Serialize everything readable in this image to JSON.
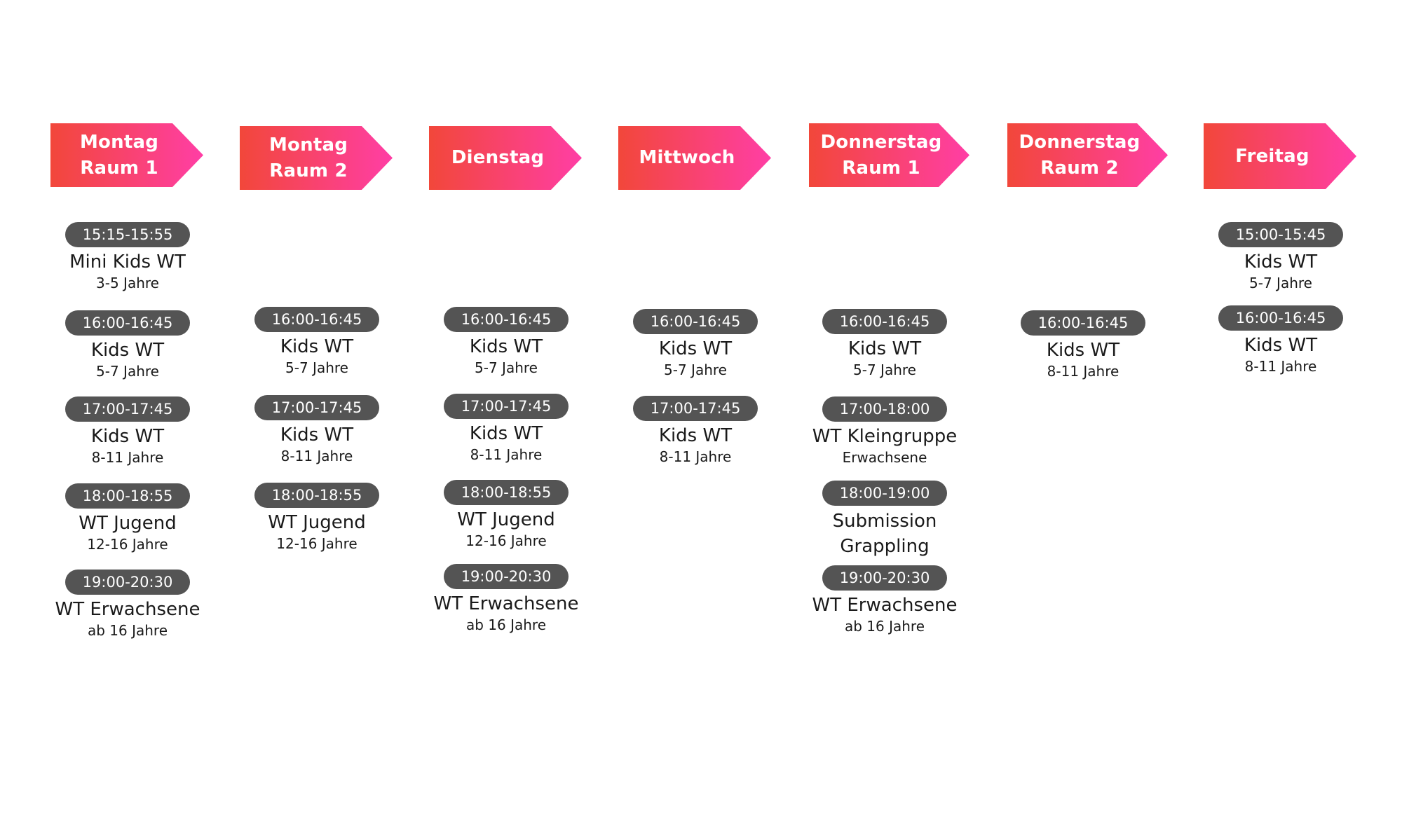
{
  "columns": [
    {
      "header": "Montag\nRaum 1",
      "sessions": [
        {
          "time": "15:15-15:55",
          "name": "Mini Kids WT",
          "age": "3-5 Jahre"
        },
        {
          "time": "16:00-16:45",
          "name": "Kids WT",
          "age": "5-7 Jahre"
        },
        {
          "time": "17:00-17:45",
          "name": "Kids WT",
          "age": "8-11 Jahre"
        },
        {
          "time": "18:00-18:55",
          "name": "WT Jugend",
          "age": "12-16 Jahre"
        },
        {
          "time": "19:00-20:30",
          "name": "WT Erwachsene",
          "age": "ab 16 Jahre"
        }
      ]
    },
    {
      "header": "Montag\nRaum 2",
      "sessions": [
        {
          "time": "16:00-16:45",
          "name": "Kids WT",
          "age": "5-7 Jahre"
        },
        {
          "time": "17:00-17:45",
          "name": "Kids WT",
          "age": "8-11 Jahre"
        },
        {
          "time": "18:00-18:55",
          "name": "WT Jugend",
          "age": "12-16 Jahre"
        }
      ]
    },
    {
      "header": "Dienstag",
      "sessions": [
        {
          "time": "16:00-16:45",
          "name": "Kids WT",
          "age": "5-7 Jahre"
        },
        {
          "time": "17:00-17:45",
          "name": "Kids WT",
          "age": "8-11 Jahre"
        },
        {
          "time": "18:00-18:55",
          "name": "WT Jugend",
          "age": "12-16 Jahre"
        },
        {
          "time": "19:00-20:30",
          "name": "WT Erwachsene",
          "age": "ab 16 Jahre"
        }
      ]
    },
    {
      "header": "Mittwoch",
      "sessions": [
        {
          "time": "16:00-16:45",
          "name": "Kids WT",
          "age": "5-7 Jahre"
        },
        {
          "time": "17:00-17:45",
          "name": "Kids WT",
          "age": "8-11 Jahre"
        }
      ]
    },
    {
      "header": "Donnerstag\nRaum 1",
      "sessions": [
        {
          "time": "16:00-16:45",
          "name": "Kids WT",
          "age": "5-7 Jahre"
        },
        {
          "time": "17:00-18:00",
          "name": "WT Kleingruppe",
          "age": "Erwachsene"
        },
        {
          "time": "18:00-19:00",
          "name": "Submission\nGrappling",
          "age": ""
        },
        {
          "time": "19:00-20:30",
          "name": "WT Erwachsene",
          "age": "ab 16 Jahre"
        }
      ]
    },
    {
      "header": "Donnerstag\nRaum 2",
      "sessions": [
        {
          "time": "16:00-16:45",
          "name": "Kids WT",
          "age": "8-11 Jahre"
        }
      ]
    },
    {
      "header": "Freitag",
      "sessions": [
        {
          "time": "15:00-15:45",
          "name": "Kids WT",
          "age": "5-7 Jahre"
        },
        {
          "time": "16:00-16:45",
          "name": "Kids WT",
          "age": "8-11 Jahre"
        }
      ]
    }
  ],
  "colors": {
    "header_gradient_start": "#f2473a",
    "header_gradient_end": "#ff3ea5",
    "pill": "#545454"
  }
}
